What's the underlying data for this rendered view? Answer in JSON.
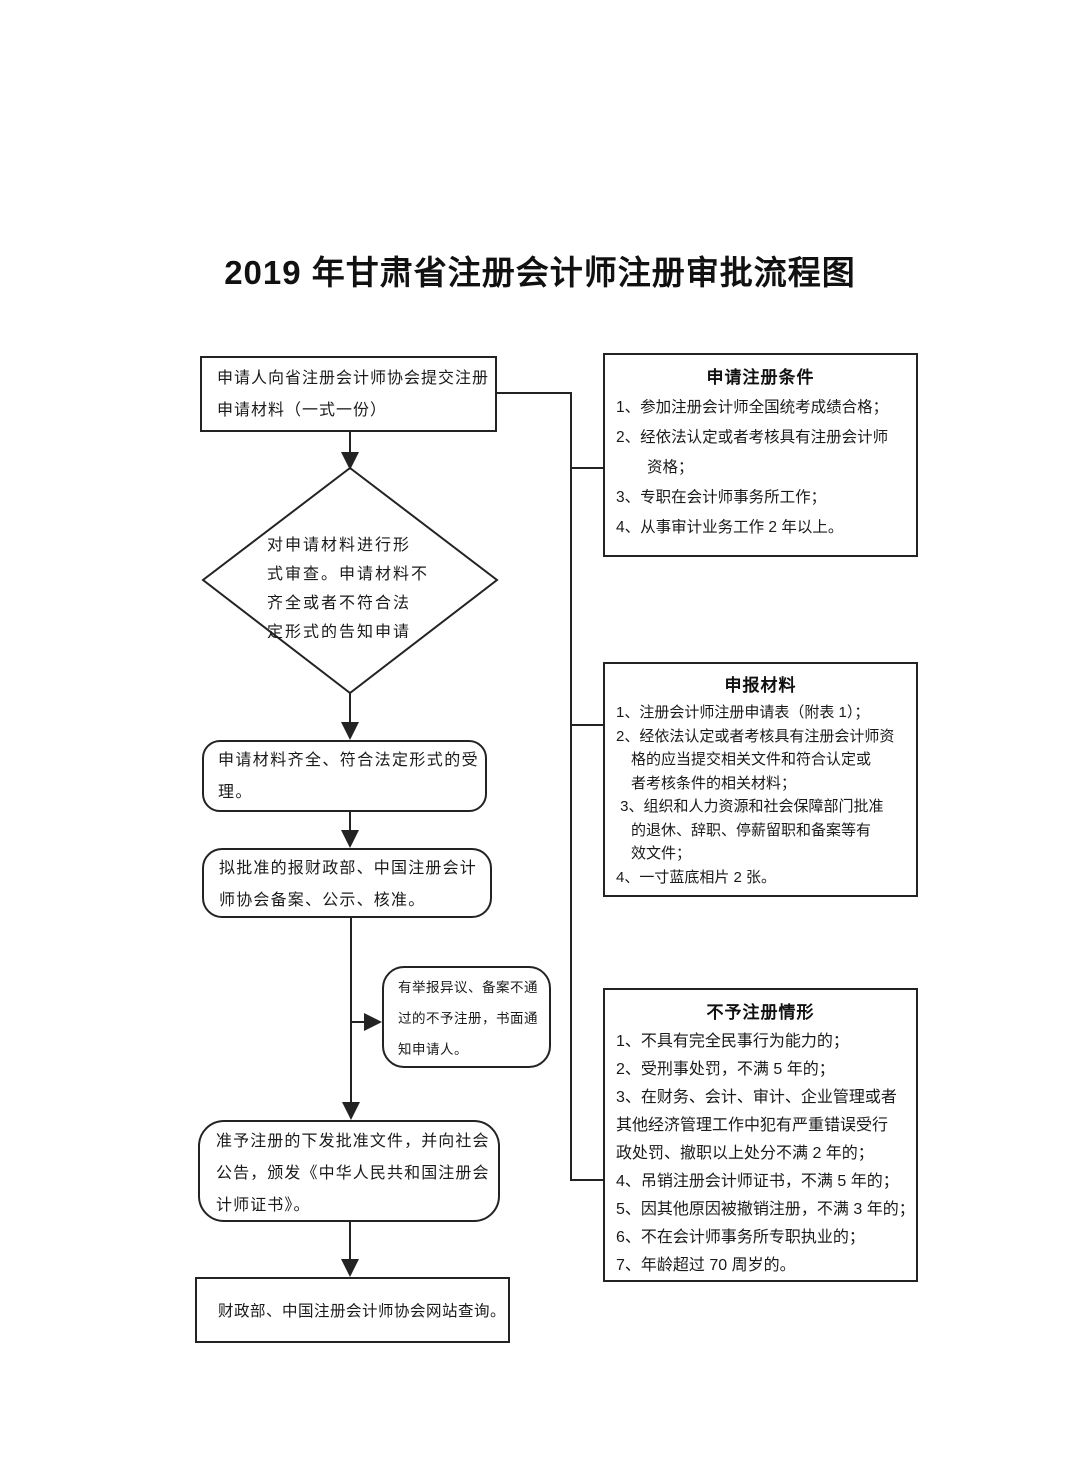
{
  "title": "2019 年甘肃省注册会计师注册审批流程图",
  "flow": {
    "submit": "申请人向省注册会计师协会提交注册\n申请材料（一式一份）",
    "review": "对申请材料进行形\n式审查。申请材料不\n齐全或者不符合法\n定形式的告知申请",
    "accept": "申请材料齐全、符合法定形式的受\n理。",
    "approve": "拟批准的报财政部、中国注册会计\n师协会备案、公示、核准。",
    "reject_notice": "有举报异议、备案不通\n过的不予注册，书面通\n知申请人。",
    "issue": "准予注册的下发批准文件，并向社会\n公告，颁发《中华人民共和国注册会\n计师证书》。",
    "query": "财政部、中国注册会计师协会网站查询。"
  },
  "right_boxes": [
    {
      "title": "申请注册条件",
      "items": [
        "1、参加注册会计师全国统考成绩合格；",
        "2、经依法认定或者考核具有注册会计师\n　　资格；",
        "3、专职在会计师事务所工作；",
        "4、从事审计业务工作 2 年以上。"
      ]
    },
    {
      "title": "申报材料",
      "items": [
        "1、注册会计师注册申请表（附表 1）；",
        "2、经依法认定或者考核具有注册会计师资\n　格的应当提交相关文件和符合认定或\n　者考核条件的相关材料；",
        " 3、组织和人力资源和社会保障部门批准\n　的退休、辞职、停薪留职和备案等有\n　效文件；",
        "4、一寸蓝底相片 2 张。"
      ]
    },
    {
      "title": "不予注册情形",
      "items": [
        "1、不具有完全民事行为能力的；",
        "2、受刑事处罚，不满 5 年的；",
        "3、在财务、会计、审计、企业管理或者\n其他经济管理工作中犯有严重错误受行\n政处罚、撤职以上处分不满 2 年的；",
        "4、吊销注册会计师证书，不满 5 年的；",
        "5、因其他原因被撤销注册，不满 3 年的；",
        "6、不在会计师事务所专职执业的；",
        "7、年龄超过 70 周岁的。"
      ]
    }
  ],
  "colors": {
    "line": "#232323",
    "text": "#1a1a1a",
    "background": "#ffffff"
  }
}
